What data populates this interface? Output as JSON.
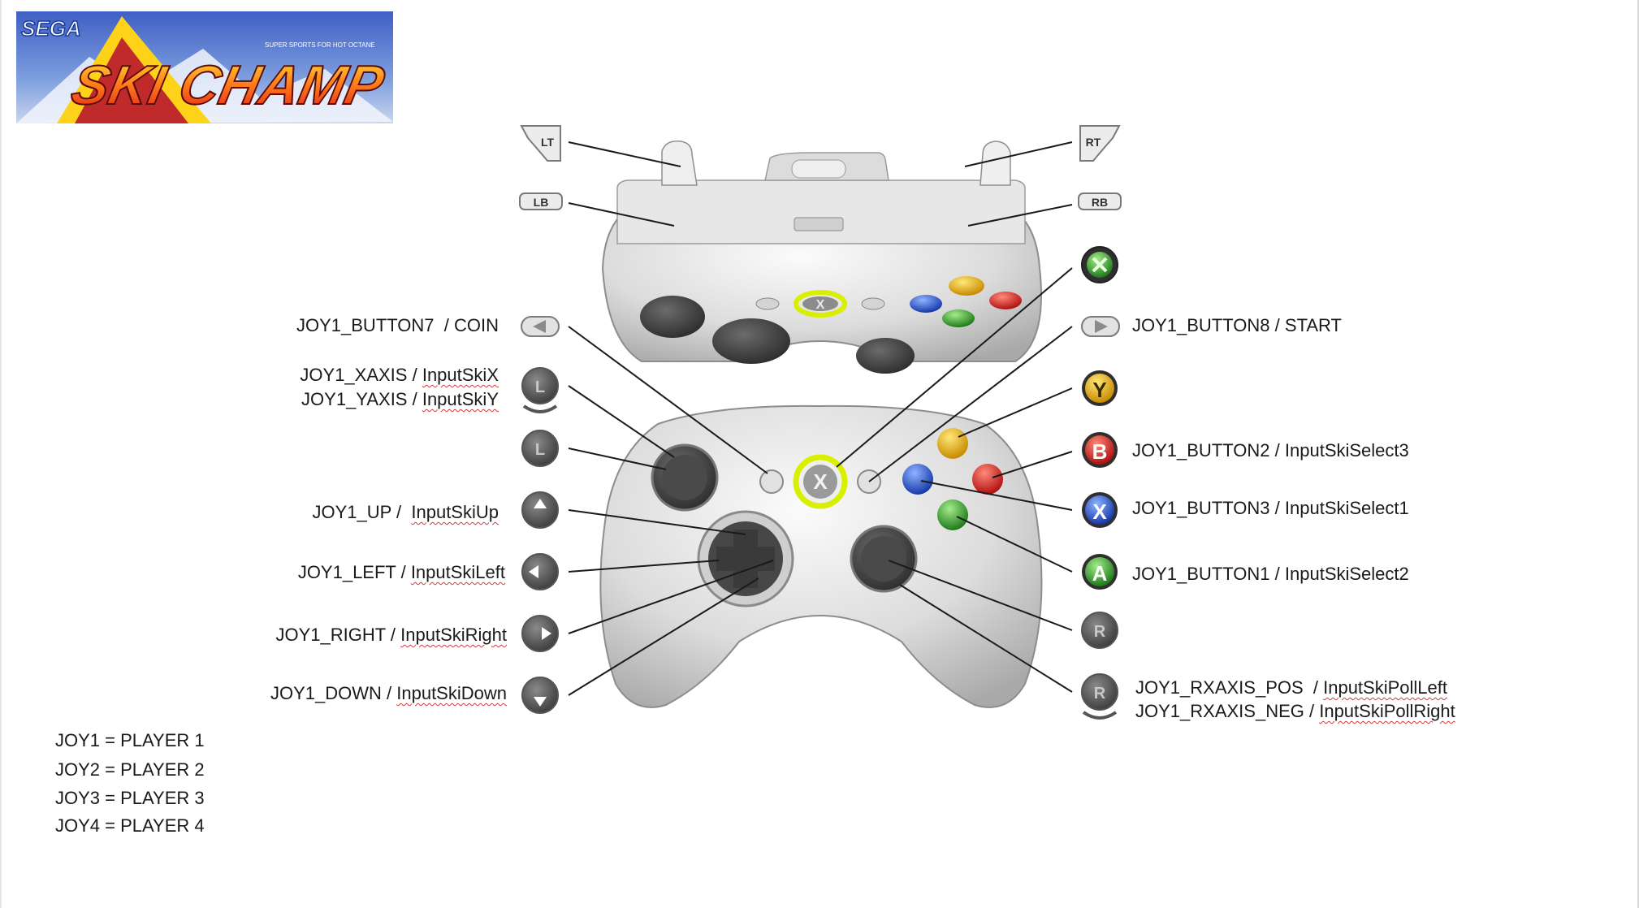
{
  "logo": {
    "brand": "SEGA",
    "title": "SKI CHAMP",
    "tagline": "SUPER SPORTS FOR HOT OCTANE"
  },
  "buttons": {
    "lt": "LT",
    "rt": "RT",
    "lb": "LB",
    "rb": "RB",
    "y": "Y",
    "b": "B",
    "x": "X",
    "a": "A",
    "l": "L",
    "r": "R"
  },
  "labels": {
    "back": {
      "code": "JOY1_BUTTON7",
      "action": "COIN"
    },
    "start": {
      "code": "JOY1_BUTTON8",
      "action": "START"
    },
    "xaxis": {
      "code": "JOY1_XAXIS",
      "action": "InputSkiX"
    },
    "yaxis": {
      "code": "JOY1_YAXIS",
      "action": "InputSkiY"
    },
    "up": {
      "code": "JOY1_UP",
      "action": "InputSkiUp"
    },
    "left": {
      "code": "JOY1_LEFT",
      "action": "InputSkiLeft"
    },
    "right": {
      "code": "JOY1_RIGHT",
      "action": "InputSkiRight"
    },
    "down": {
      "code": "JOY1_DOWN",
      "action": "InputSkiDown"
    },
    "b_btn": {
      "code": "JOY1_BUTTON2",
      "action": "InputSkiSelect3"
    },
    "x_btn": {
      "code": "JOY1_BUTTON3",
      "action": "InputSkiSelect1"
    },
    "a_btn": {
      "code": "JOY1_BUTTON1",
      "action": "InputSkiSelect2"
    },
    "rx_pos": {
      "code": "JOY1_RXAXIS_POS",
      "action": "InputSkiPollLeft"
    },
    "rx_neg": {
      "code": "JOY1_RXAXIS_NEG",
      "action": "InputSkiPollRight"
    }
  },
  "legend": [
    "JOY1 = PLAYER 1",
    "JOY2 = PLAYER 2",
    "JOY3 = PLAYER 3",
    "JOY4 = PLAYER 4"
  ],
  "colors": {
    "y": "#f2b616",
    "b": "#e02b2b",
    "x": "#2a5fd6",
    "a": "#3fae3a",
    "guide": "#d8f000"
  }
}
